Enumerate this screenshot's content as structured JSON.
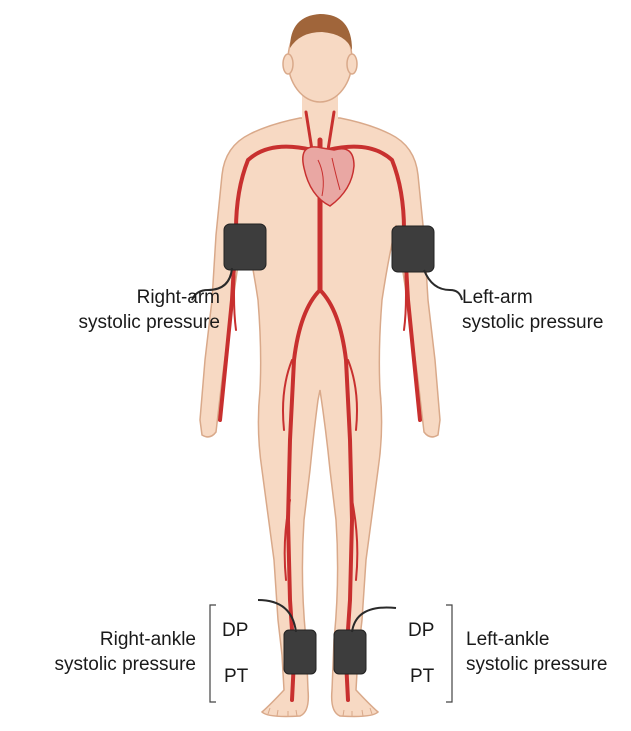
{
  "labels": {
    "right_arm": [
      "Right-arm",
      "systolic pressure"
    ],
    "left_arm": [
      "Left-arm",
      "systolic pressure"
    ],
    "right_ankle": [
      "Right-ankle",
      "systolic pressure"
    ],
    "left_ankle": [
      "Left-ankle",
      "systolic pressure"
    ],
    "dp": "DP",
    "pt": "PT"
  },
  "colors": {
    "skin": "#f7d9c3",
    "skin_outline": "#d9a98a",
    "artery": "#c8302f",
    "cuff": "#3d3d3d",
    "hair": "#a0653a"
  }
}
